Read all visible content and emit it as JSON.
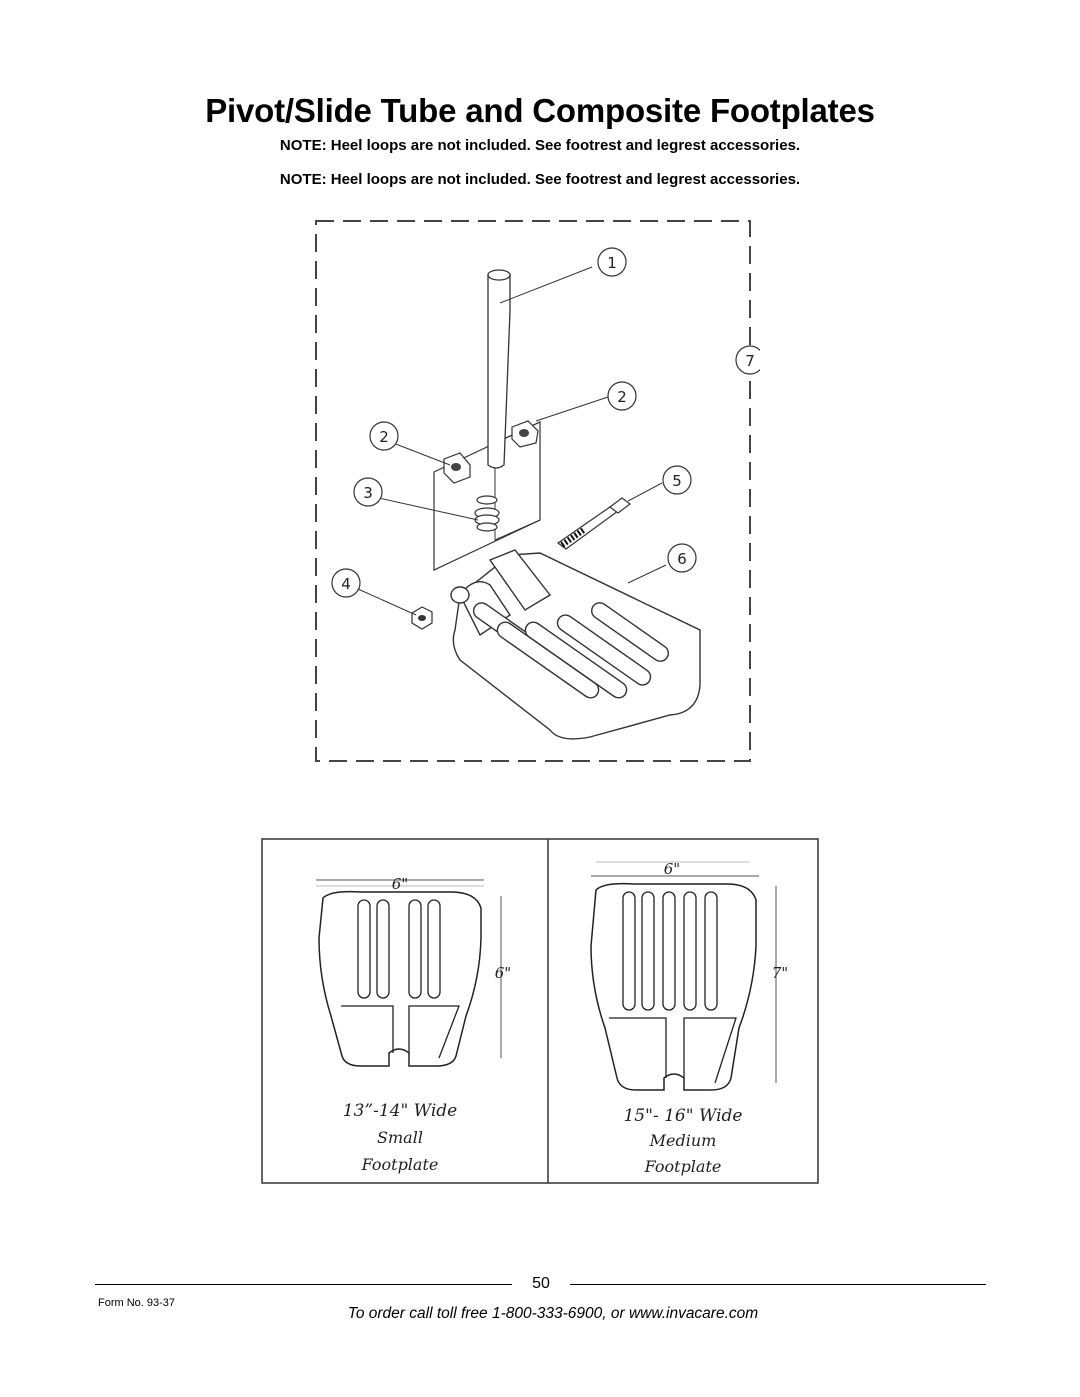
{
  "title": "Pivot/Slide Tube and Composite Footplates",
  "notes": [
    "NOTE: Heel loops are not included. See footrest and legrest accessories.",
    "NOTE: Heel loops are not included. See footrest and legrest accessories."
  ],
  "diagram": {
    "callouts": [
      "1",
      "2",
      "2",
      "3",
      "4",
      "5",
      "6",
      "7"
    ]
  },
  "footplates": [
    {
      "top_dimension": "6\"",
      "side_dimension": "6\"",
      "width_label": "13”-14\" Wide",
      "size_label": "Small",
      "type_label": "Footplate"
    },
    {
      "top_dimension": "6\"",
      "side_dimension": "7\"",
      "width_label": "15\"- 16\" Wide",
      "size_label": "Medium",
      "type_label": "Footplate"
    }
  ],
  "footer": {
    "page_number": "50",
    "form_number": "Form No.  93-37",
    "order_text": "To order call toll free 1-800-333-6900, or www.invacare.com"
  }
}
